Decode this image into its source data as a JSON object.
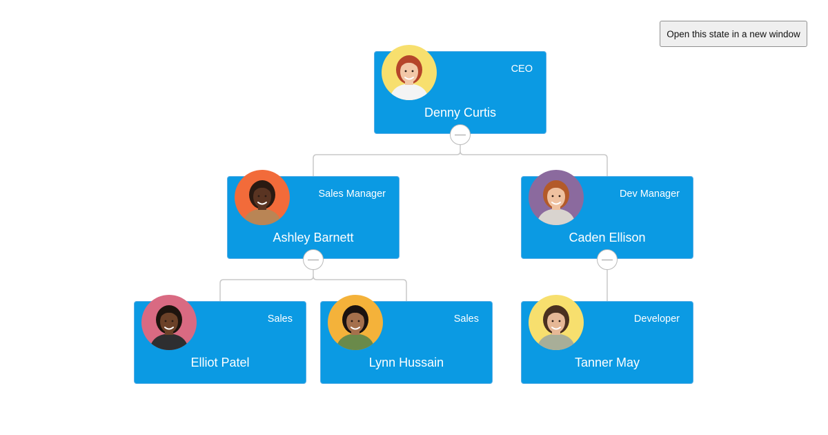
{
  "toolbar": {
    "open_button_label": "Open this state in a new window"
  },
  "colors": {
    "node_fill": "#0b9ae3",
    "connector": "#c8c8c8",
    "node_text": "#ffffff"
  },
  "org": {
    "ceo": {
      "name": "Denny Curtis",
      "title": "CEO",
      "avatar_bg": "#f7df6e",
      "hair": "#b5452a",
      "skin": "#f2c8a8",
      "shirt": "#f4f4f4"
    },
    "sales_manager": {
      "name": "Ashley Barnett",
      "title": "Sales Manager",
      "avatar_bg": "#f26b3a",
      "hair": "#2a1a12",
      "skin": "#5a3422",
      "shirt": "#b98555"
    },
    "dev_manager": {
      "name": "Caden Ellison",
      "title": "Dev Manager",
      "avatar_bg": "#8b6a9e",
      "hair": "#b35a2a",
      "skin": "#efc1a0",
      "shirt": "#d9d4cf"
    },
    "sales_1": {
      "name": "Elliot Patel",
      "title": "Sales",
      "avatar_bg": "#d96a82",
      "hair": "#1e140e",
      "skin": "#6b4128",
      "shirt": "#2e2e30"
    },
    "sales_2": {
      "name": "Lynn Hussain",
      "title": "Sales",
      "avatar_bg": "#f4b23a",
      "hair": "#1a1210",
      "skin": "#a5704c",
      "shirt": "#6a8a4a"
    },
    "developer": {
      "name": "Tanner May",
      "title": "Developer",
      "avatar_bg": "#f7df6e",
      "hair": "#4a3020",
      "skin": "#e6b896",
      "shirt": "#a8ae98"
    }
  }
}
